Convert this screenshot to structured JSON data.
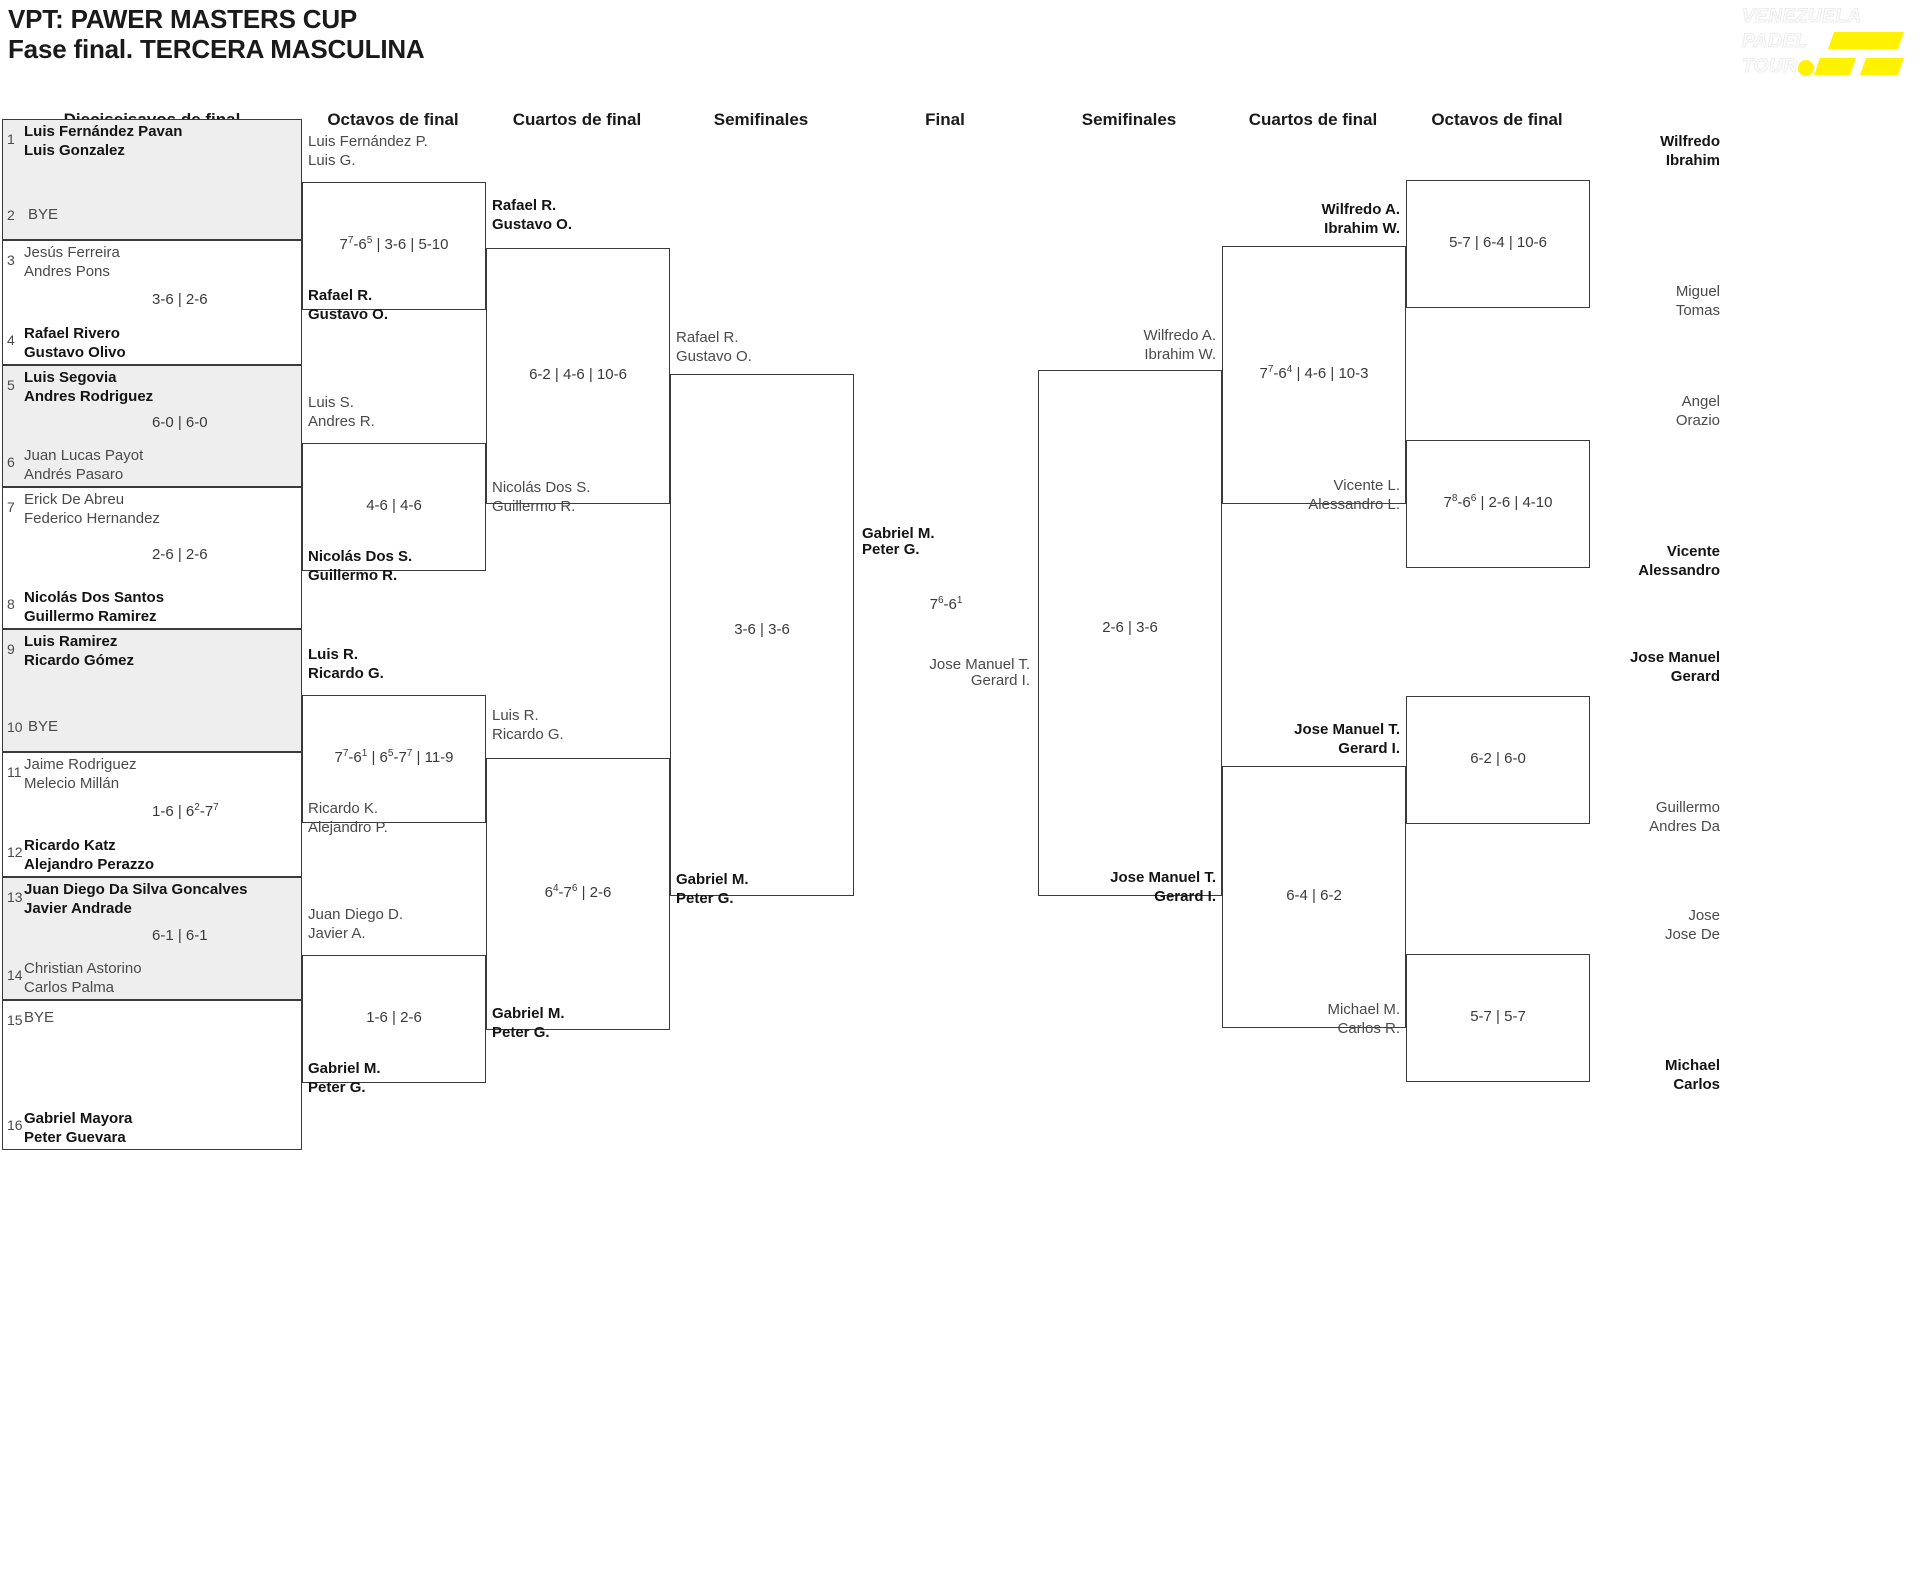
{
  "header": {
    "title": "VPT: PAWER MASTERS CUP",
    "subtitle": "Fase final. TERCERA MASCULINA"
  },
  "logo": {
    "line1": "VENEZUELA",
    "line2": "PADEL",
    "line3": "TOUR.",
    "accent_color": "#FFF200"
  },
  "rounds": {
    "left": [
      "Dieciseisavos de final",
      "Octavos de final",
      "Cuartos de final",
      "Semifinales"
    ],
    "center": "Final",
    "right": [
      "Semifinales",
      "Cuartos de final",
      "Octavos de final"
    ]
  },
  "chart_data": {
    "type": "bracket",
    "title": "VPT: PAWER MASTERS CUP - Fase final. TERCERA MASCULINA",
    "bye_label": "BYE"
  },
  "left_r1": [
    {
      "seed": "1",
      "p1": "Luis Fernández Pavan",
      "p2": "Luis Gonzalez",
      "winner": true,
      "shade": true
    },
    {
      "seed": "2",
      "p1": "BYE",
      "p2": "",
      "winner": false,
      "shade": true,
      "bye": true
    },
    {
      "seed": "3",
      "p1": "Jesús Ferreira",
      "p2": "Andres Pons",
      "winner": false,
      "shade": false
    },
    {
      "seed": "4",
      "p1": "Rafael Rivero",
      "p2": "Gustavo Olivo",
      "winner": true,
      "shade": false
    },
    {
      "seed": "5",
      "p1": "Luis Segovia",
      "p2": "Andres Rodriguez",
      "winner": true,
      "shade": true
    },
    {
      "seed": "6",
      "p1": "Juan Lucas Payot",
      "p2": "Andrés Pasaro",
      "winner": false,
      "shade": true
    },
    {
      "seed": "7",
      "p1": "Erick De Abreu",
      "p2": "Federico Hernandez",
      "winner": false,
      "shade": false
    },
    {
      "seed": "8",
      "p1": "Nicolás Dos Santos",
      "p2": "Guillermo Ramirez",
      "winner": true,
      "shade": false
    },
    {
      "seed": "9",
      "p1": "Luis Ramirez",
      "p2": "Ricardo Gómez",
      "winner": true,
      "shade": true
    },
    {
      "seed": "10",
      "p1": "BYE",
      "p2": "",
      "winner": false,
      "shade": true,
      "bye": true
    },
    {
      "seed": "11",
      "p1": "Jaime Rodriguez",
      "p2": "Melecio Millán",
      "winner": false,
      "shade": false
    },
    {
      "seed": "12",
      "p1": "Ricardo Katz",
      "p2": "Alejandro Perazzo",
      "winner": true,
      "shade": false
    },
    {
      "seed": "13",
      "p1": "Juan Diego Da Silva Goncalves",
      "p2": "Javier Andrade",
      "winner": true,
      "shade": true
    },
    {
      "seed": "14",
      "p1": "Christian Astorino",
      "p2": "Carlos Palma",
      "winner": false,
      "shade": true
    },
    {
      "seed": "15",
      "p1": "BYE",
      "p2": "",
      "winner": false,
      "shade": false,
      "bye": true
    },
    {
      "seed": "16",
      "p1": "Gabriel Mayora",
      "p2": "Peter Guevara",
      "winner": true,
      "shade": false
    }
  ],
  "left_r1_scores": [
    "",
    "3-6 | 2-6",
    "6-0 | 6-0",
    "2-6 | 2-6",
    "",
    "1-6 | 6@2-7@7",
    "6-1 | 6-1",
    ""
  ],
  "left_r2": [
    {
      "p1": "Luis Fernández P.",
      "p2": "Luis G.",
      "winner": false
    },
    {
      "p1": "Rafael R.",
      "p2": "Gustavo O.",
      "winner": true
    },
    {
      "p1": "Luis S.",
      "p2": "Andres R.",
      "winner": false
    },
    {
      "p1": "Nicolás Dos S.",
      "p2": "Guillermo R.",
      "winner": true
    },
    {
      "p1": "Luis R.",
      "p2": "Ricardo G.",
      "winner": true
    },
    {
      "p1": "Ricardo K.",
      "p2": "Alejandro P.",
      "winner": false
    },
    {
      "p1": "Juan Diego D.",
      "p2": "Javier A.",
      "winner": false
    },
    {
      "p1": "Gabriel M.",
      "p2": "Peter G.",
      "winner": true
    }
  ],
  "left_r2_scores": [
    "7@7-6@5 | 3-6 | 5-10",
    "4-6 | 4-6",
    "7@7-6@1 | 6@5-7@7 | 11-9",
    "1-6 | 2-6"
  ],
  "left_r3": [
    {
      "p1": "Rafael R.",
      "p2": "Gustavo O.",
      "winner": true
    },
    {
      "p1": "Nicolás Dos S.",
      "p2": "Guillermo R.",
      "winner": false
    },
    {
      "p1": "Luis R.",
      "p2": "Ricardo G.",
      "winner": false
    },
    {
      "p1": "Gabriel M.",
      "p2": "Peter G.",
      "winner": true
    }
  ],
  "left_r3_scores": [
    "6-2 | 4-6 | 10-6",
    "6@4-7@6 | 2-6"
  ],
  "left_r4": [
    {
      "p1": "Rafael R.",
      "p2": "Gustavo O.",
      "winner": false
    },
    {
      "p1": "Gabriel M.",
      "p2": "Peter G.",
      "winner": true
    }
  ],
  "left_r4_score": "3-6 | 3-6",
  "final": {
    "left_team": {
      "p1": "Gabriel M.",
      "p2": "Peter G.",
      "winner": true
    },
    "right_team": {
      "p1": "Jose Manuel T.",
      "p2": "Gerard I.",
      "winner": false
    },
    "score": "7@6-6@1"
  },
  "right_r4": [
    {
      "p1": "Wilfredo A.",
      "p2": "Ibrahim W.",
      "winner": false
    },
    {
      "p1": "Jose Manuel T.",
      "p2": "Gerard I.",
      "winner": true
    }
  ],
  "right_r4_score": "2-6 | 3-6",
  "right_r3": [
    {
      "p1": "Wilfredo A.",
      "p2": "Ibrahim W.",
      "winner": true
    },
    {
      "p1": "Vicente L.",
      "p2": "Alessandro L.",
      "winner": false
    },
    {
      "p1": "Jose Manuel T.",
      "p2": "Gerard I.",
      "winner": true
    },
    {
      "p1": "Michael M.",
      "p2": "Carlos R.",
      "winner": false
    }
  ],
  "right_r3_scores": [
    "7@7-6@4 | 4-6 | 10-3",
    "6-4 | 6-2"
  ],
  "right_r2": [
    {
      "p1": "Wilfredo",
      "p2": "Ibrahim",
      "winner": true
    },
    {
      "p1": "Miguel",
      "p2": "Tomas",
      "winner": false
    },
    {
      "p1": "Angel",
      "p2": "Orazio",
      "winner": false
    },
    {
      "p1": "Vicente",
      "p2": "Alessandro",
      "winner": true
    },
    {
      "p1": "Jose Manuel",
      "p2": "Gerard",
      "winner": true
    },
    {
      "p1": "Guillermo",
      "p2": "Andres Da",
      "winner": false
    },
    {
      "p1": "Jose",
      "p2": "Jose De",
      "winner": false
    },
    {
      "p1": "Michael",
      "p2": "Carlos",
      "winner": true
    }
  ],
  "right_r2_scores": [
    "5-7 | 6-4 | 10-6",
    "7@8-6@6 | 2-6 | 4-10",
    "6-2 | 6-0",
    "5-7 | 5-7"
  ]
}
